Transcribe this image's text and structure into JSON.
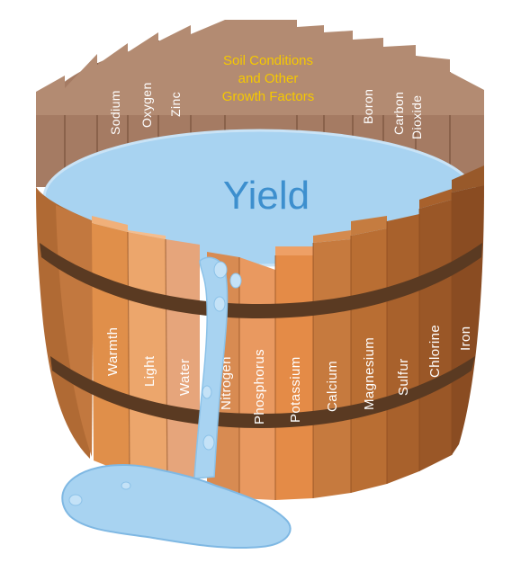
{
  "diagram": {
    "title": "Yield",
    "center_label_lines": [
      "Soil Conditions",
      "and Other",
      "Growth Factors"
    ],
    "back_staves": [
      "Sodium",
      "Oxygen",
      "Zinc",
      "Boron",
      "Carbon Dioxide"
    ],
    "front_staves": [
      "Warmth",
      "Light",
      "Water",
      "Nitrogen",
      "Phosphorus",
      "Potassium",
      "Calcium",
      "Magnesium",
      "Sulfur",
      "Chlorine",
      "Iron"
    ],
    "colors": {
      "water": "#a8d3f1",
      "water_edge": "#7fb8e3",
      "yield_text": "#3d8fce",
      "center_text": "#f5c800",
      "back_wood": "#a57b63",
      "band": "#5a3a22"
    }
  }
}
